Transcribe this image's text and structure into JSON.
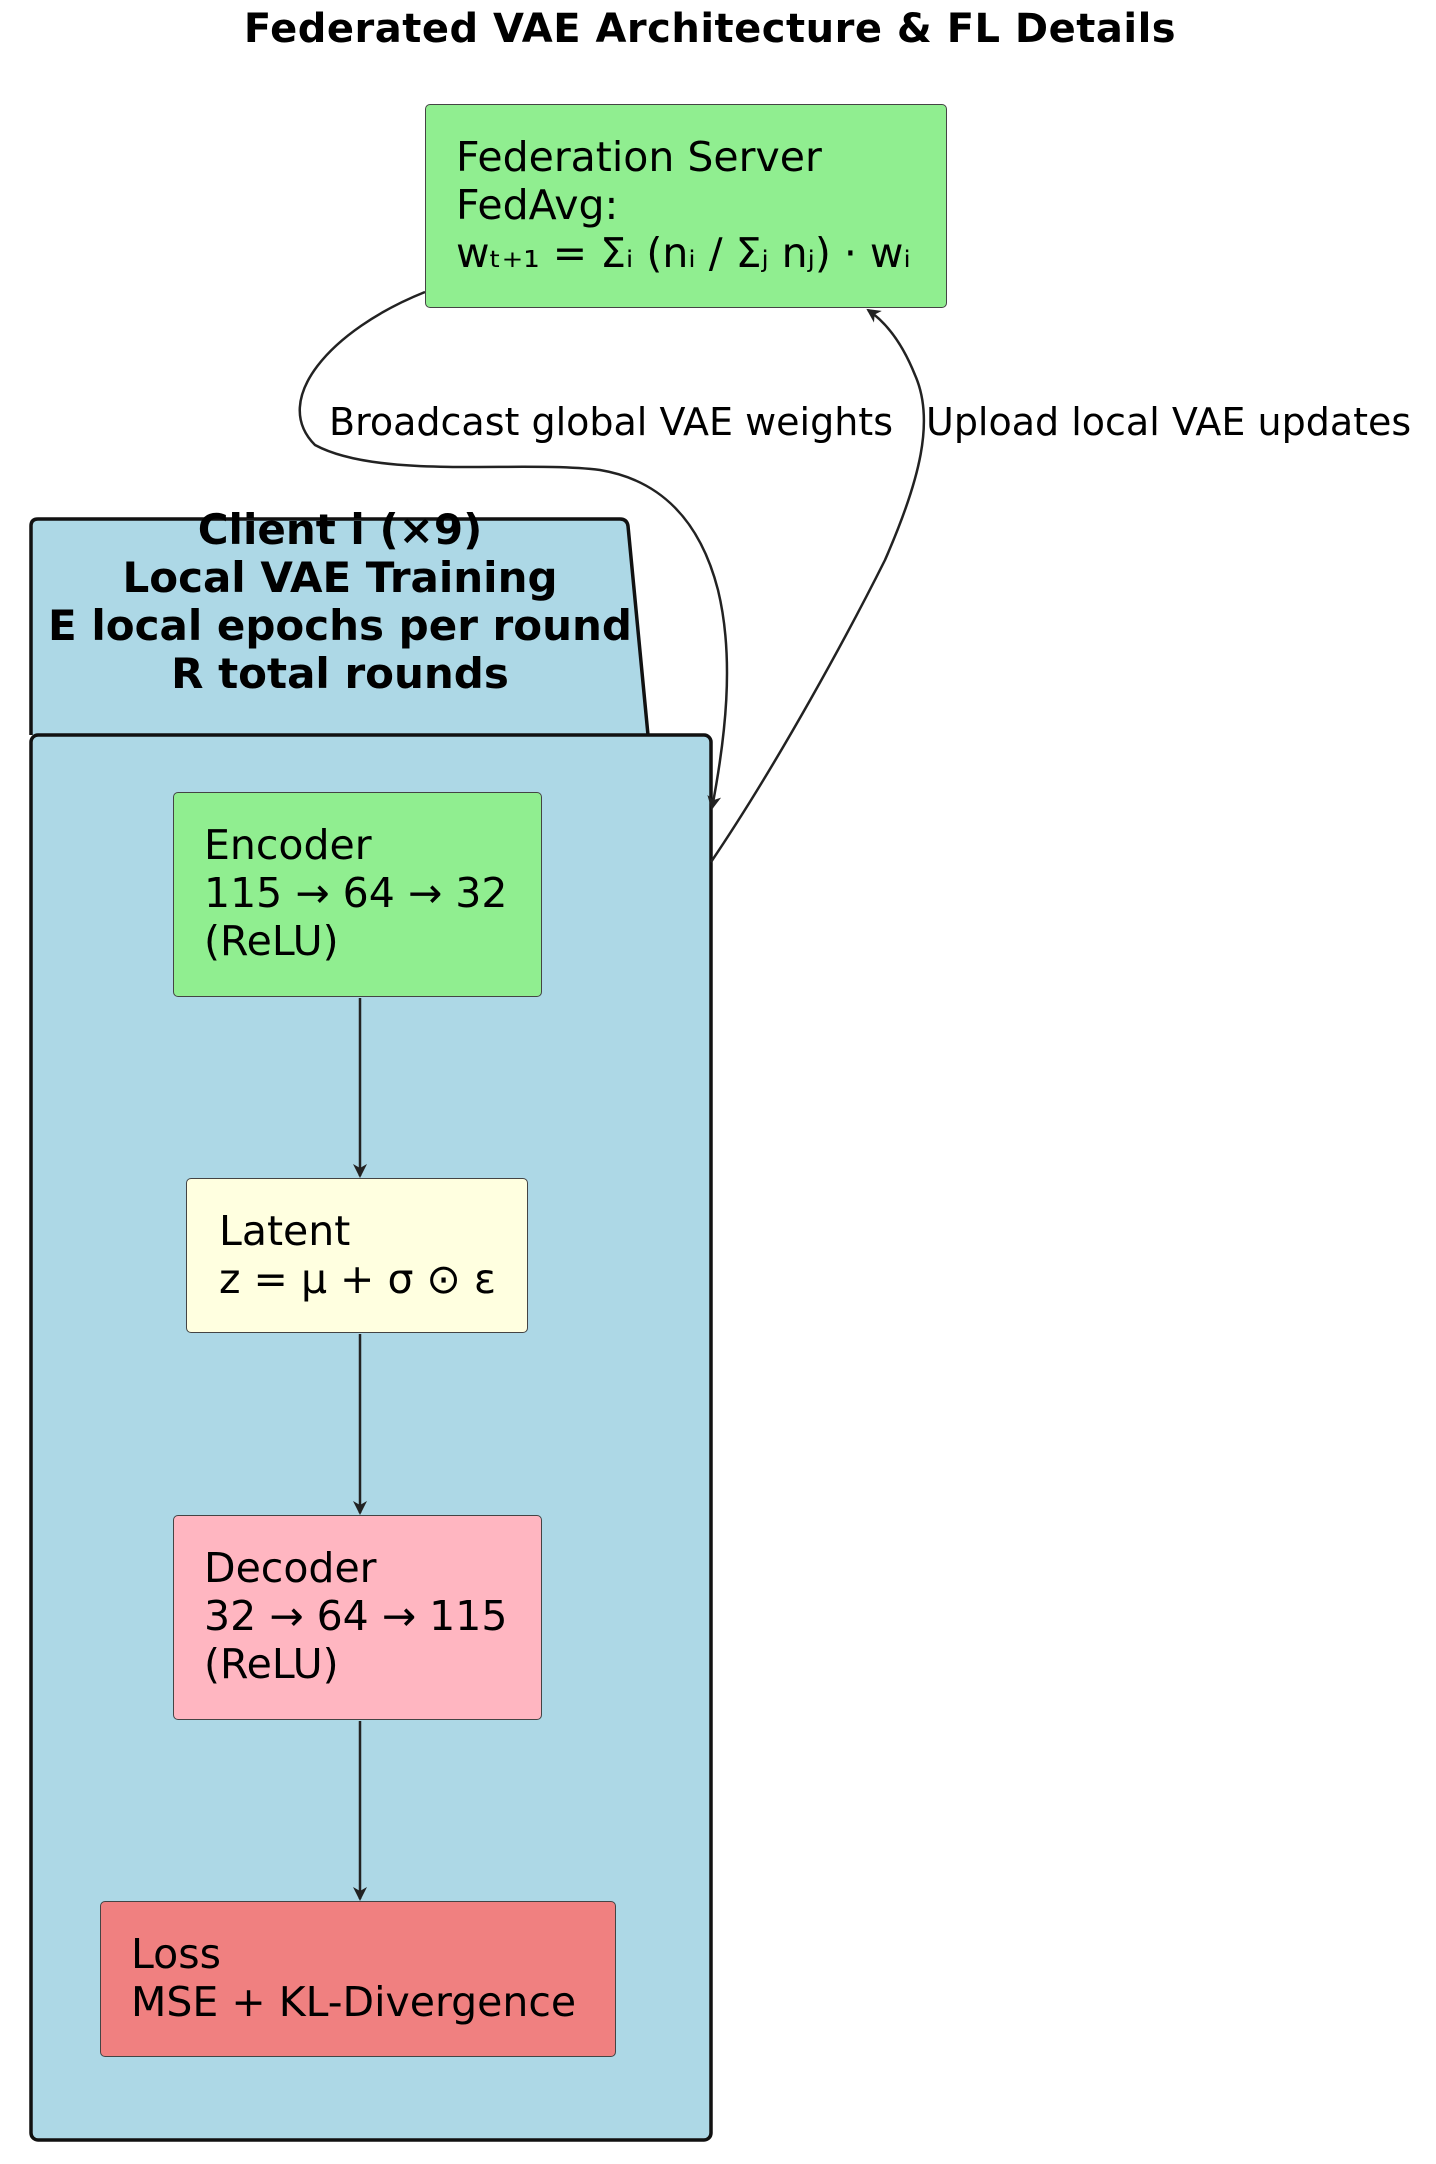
{
  "title": "Federated VAE Architecture & FL Details",
  "server": {
    "lines": [
      "Federation Server",
      "FedAvg:",
      "wₜ₊₁ = Σᵢ (nᵢ / Σⱼ nⱼ) · wᵢ"
    ]
  },
  "client_package": {
    "header_lines": [
      "Client i (×9)",
      "Local VAE Training",
      "E local epochs per round",
      "R total rounds"
    ]
  },
  "nodes": {
    "encoder": [
      "Encoder",
      "115 → 64 → 32",
      "(ReLU)"
    ],
    "latent": [
      "Latent",
      "z = μ + σ ⊙ ε"
    ],
    "decoder": [
      "Decoder",
      "32 → 64 → 115",
      "(ReLU)"
    ],
    "loss": [
      "Loss",
      "MSE + KL-Divergence"
    ]
  },
  "edges": {
    "broadcast_label": "Broadcast global VAE weights",
    "upload_label": "Upload local VAE updates"
  },
  "colors": {
    "server": "#90ee90",
    "package": "#add8e6",
    "encoder": "#90ee90",
    "latent": "#ffffe0",
    "decoder": "#ffb6c1",
    "loss": "#f08080"
  }
}
